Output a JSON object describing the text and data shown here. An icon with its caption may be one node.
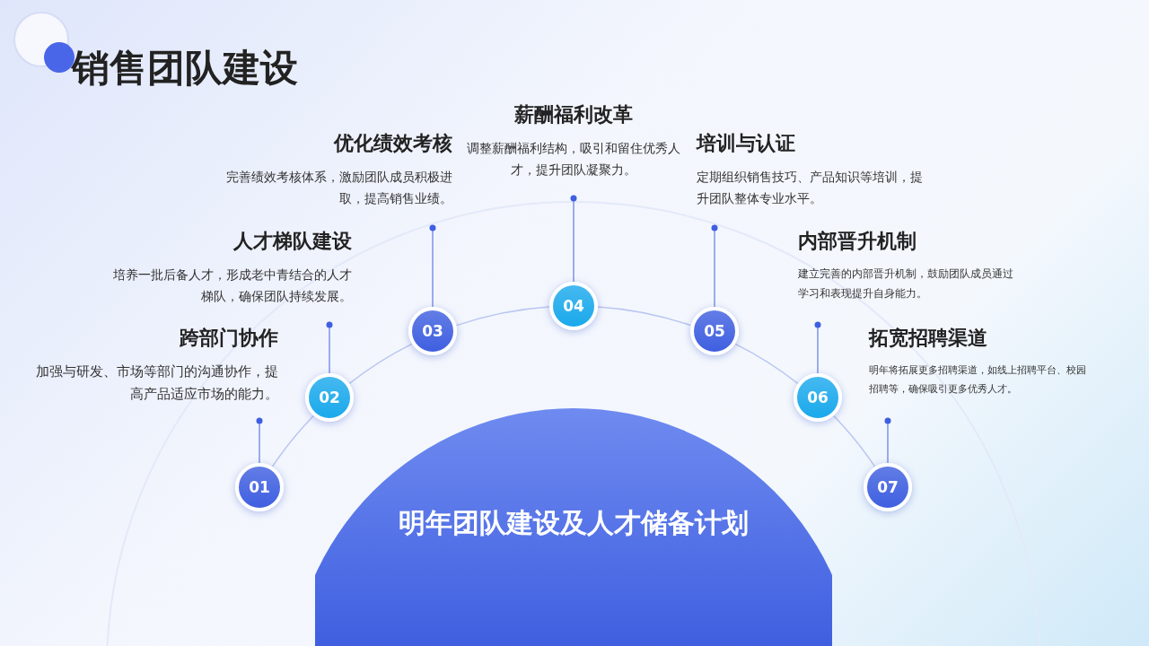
{
  "diagram": {
    "title": "销售团队建设",
    "nodes": [
      {
        "text": [
          "明年团队建设及人才储备计划"
        ]
      },
      {
        "text": [
          "01"
        ]
      },
      {
        "text": [
          "02"
        ]
      },
      {
        "text": [
          "03"
        ]
      },
      {
        "text": [
          "04"
        ]
      },
      {
        "text": [
          "05"
        ]
      },
      {
        "text": [
          "06"
        ]
      },
      {
        "text": [
          "07"
        ]
      },
      {
        "text": [
          "跨部门协作",
          "加强与研发、市场等部门的沟通协作，提高产品适应市场的能力。"
        ]
      },
      {
        "text": [
          "人才梯队建设",
          "培养一批后备人才，形成老中青结合的人才梯队，确保团队持续发展。"
        ]
      },
      {
        "text": [
          "优化绩效考核",
          "完善绩效考核体系，激励团队成员积极进取，提高销售业绩。"
        ]
      },
      {
        "text": [
          "薪酬福利改革",
          "调整薪酬福利结构，吸引和留住优秀人才，提升团队凝聚力。"
        ]
      },
      {
        "text": [
          "培训与认证",
          "定期组织销售技巧、产品知识等培训，提升团队整体专业水平。"
        ]
      },
      {
        "text": [
          "内部晋升机制",
          "建立完善的内部晋升机制，鼓励团队成员通过学习和表现提升自身能力。"
        ]
      },
      {
        "text": [
          "拓宽招聘渠道",
          "明年将拓展更多招聘渠道，如线上招聘平台、校园招聘等，确保吸引更多优秀人才。"
        ]
      }
    ],
    "edges": [
      {
        "from": 1,
        "to": 8,
        "arrow": "other"
      },
      {
        "from": 2,
        "to": 9,
        "arrow": "other"
      },
      {
        "from": 3,
        "to": 10,
        "arrow": "other"
      },
      {
        "from": 4,
        "to": 11,
        "arrow": "other"
      },
      {
        "from": 5,
        "to": 12,
        "arrow": "other"
      },
      {
        "from": 6,
        "to": 13,
        "arrow": "other"
      },
      {
        "from": 7,
        "to": 14,
        "arrow": "other"
      },
      {
        "from": 1,
        "to": 2,
        "arrow": "none"
      },
      {
        "from": 2,
        "to": 3,
        "arrow": "none"
      },
      {
        "from": 3,
        "to": 4,
        "arrow": "none"
      },
      {
        "from": 4,
        "to": 5,
        "arrow": "none"
      },
      {
        "from": 5,
        "to": 6,
        "arrow": "none"
      },
      {
        "from": 6,
        "to": 7,
        "arrow": "none"
      }
    ]
  }
}
